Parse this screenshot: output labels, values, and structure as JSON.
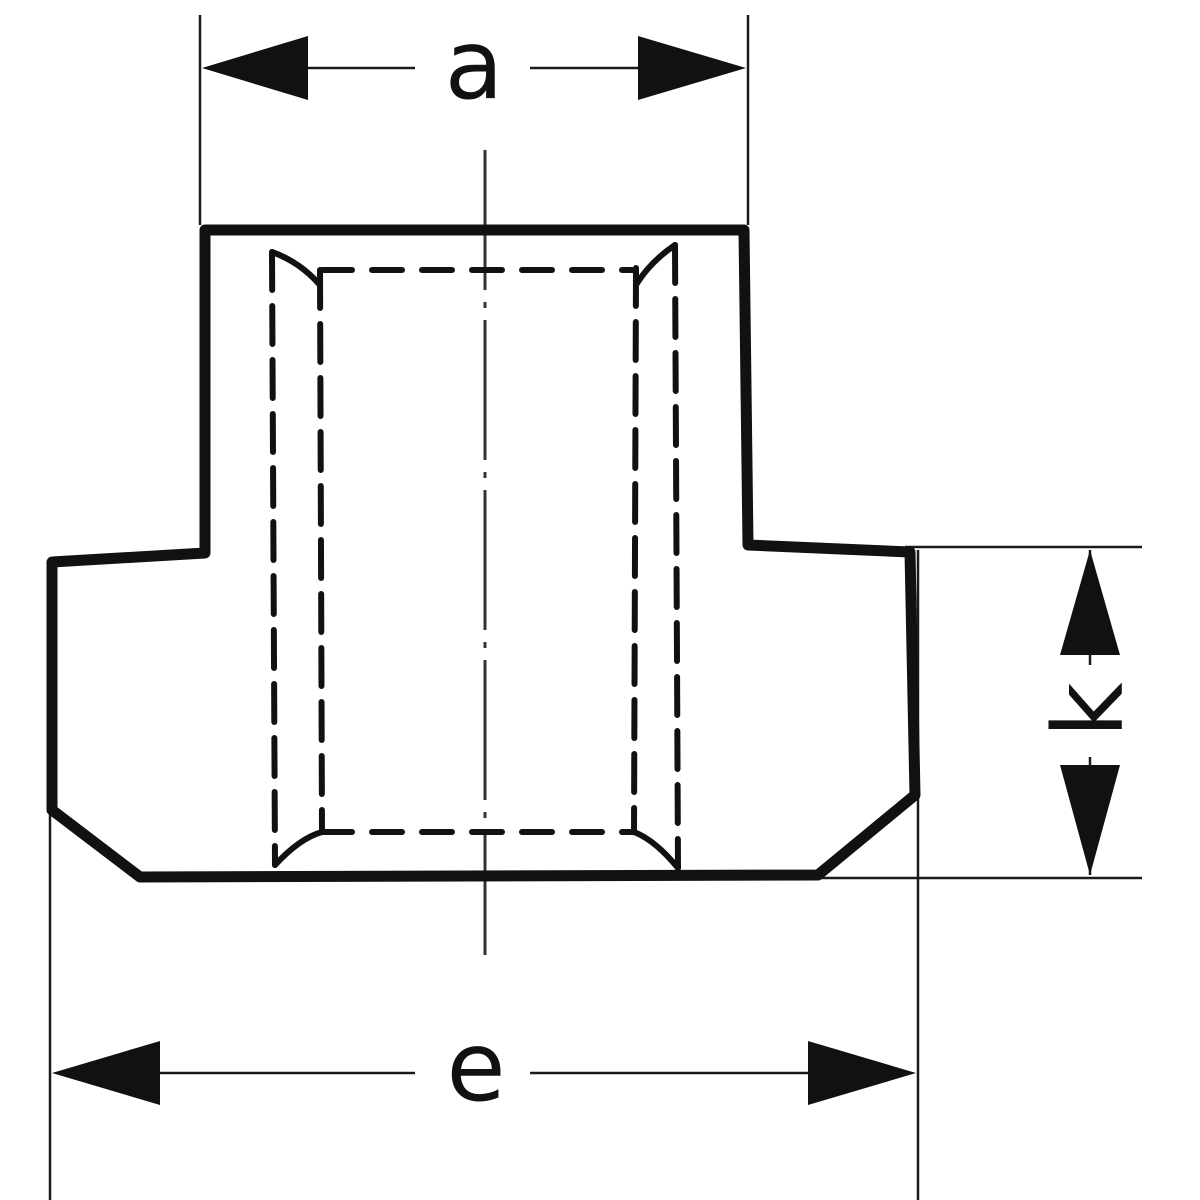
{
  "diagram": {
    "labels": {
      "top_width": "a",
      "bottom_width": "e",
      "flange_height": "k"
    }
  }
}
